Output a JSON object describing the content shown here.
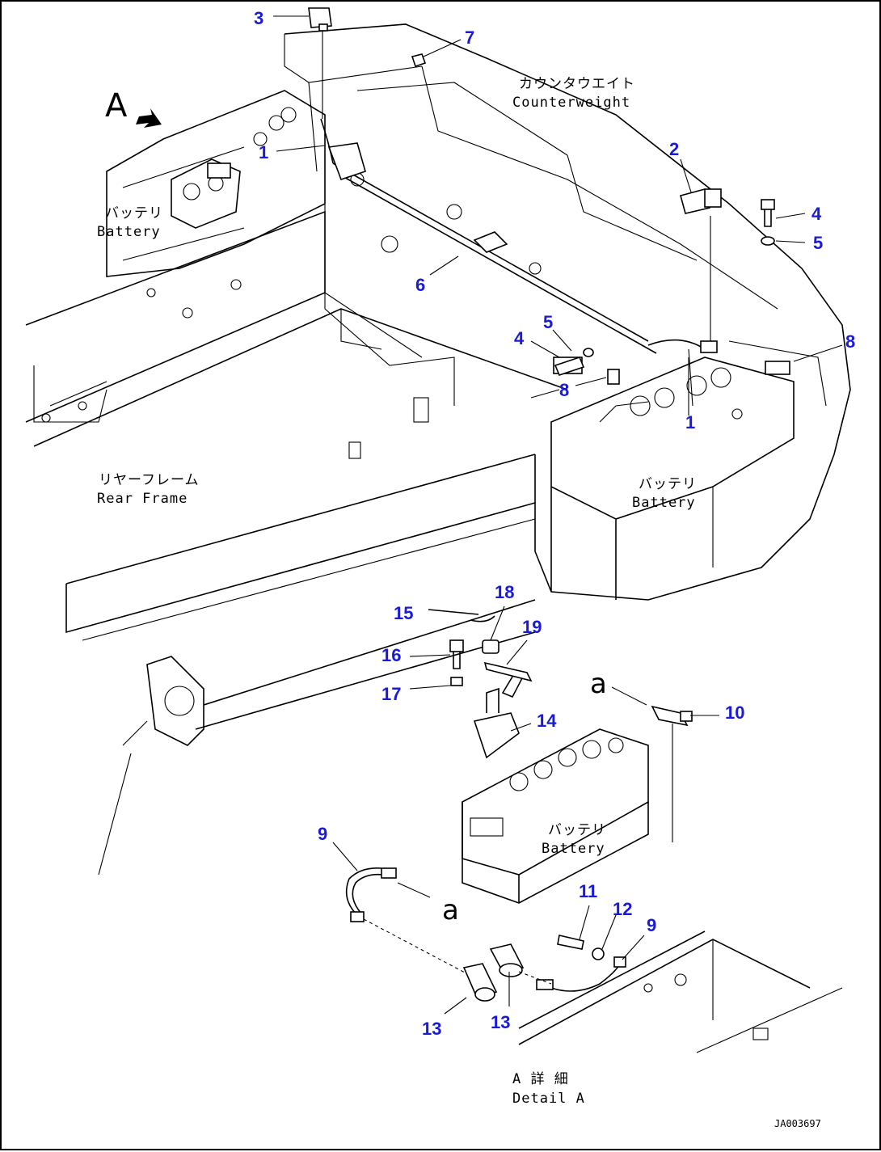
{
  "labels": {
    "counterweight_jp": "カウンタウエイト",
    "counterweight_en": "Counterweight",
    "battery_left_jp": "バッテリ",
    "battery_left_en": "Battery",
    "battery_right_jp": "バッテリ",
    "battery_right_en": "Battery",
    "battery_detail_jp": "バッテリ",
    "battery_detail_en": "Battery",
    "rear_frame_jp": "リヤーフレーム",
    "rear_frame_en": "Rear Frame",
    "detail_jp": "A 詳 細",
    "detail_en": "Detail A",
    "view_letter": "A",
    "ref_a_upper": "a",
    "ref_a_lower": "a",
    "drawing_id": "JA003697"
  },
  "callouts": {
    "c3": "3",
    "c7": "7",
    "c1a": "1",
    "c2": "2",
    "c4a": "4",
    "c5a": "5",
    "c6": "6",
    "c5b": "5",
    "c4b": "4",
    "c8a": "8",
    "c8b": "8",
    "c1b": "1",
    "c18": "18",
    "c15": "15",
    "c19": "19",
    "c16": "16",
    "c17": "17",
    "c14": "14",
    "c10": "10",
    "c9a": "9",
    "c11": "11",
    "c12": "12",
    "c9b": "9",
    "c13a": "13",
    "c13b": "13"
  },
  "colors": {
    "callout": "#1a1adb",
    "line": "#000000",
    "background": "#ffffff"
  }
}
